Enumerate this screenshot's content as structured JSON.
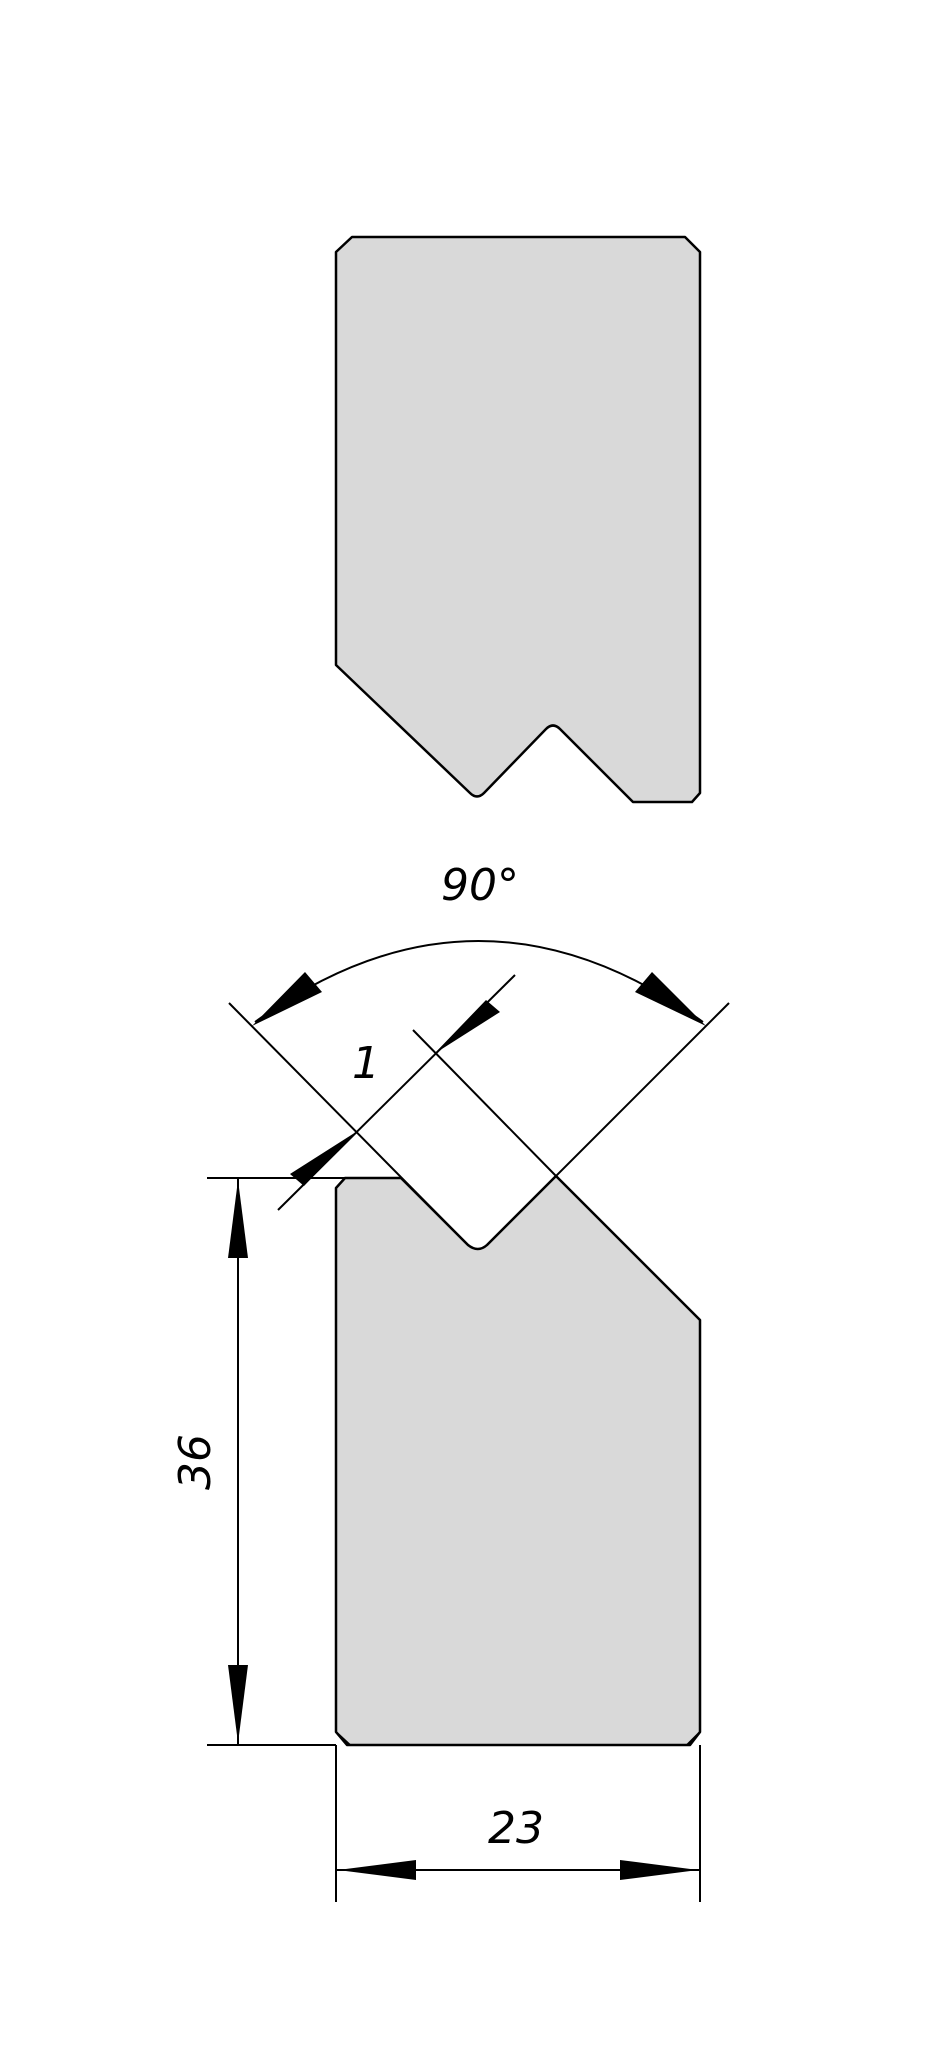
{
  "drawing": {
    "labels": {
      "angle": "90°",
      "tip_radius": "1",
      "height": "36",
      "width": "23"
    },
    "colors": {
      "part_fill": "#d9d9d9",
      "line": "#000000",
      "background": "#ffffff"
    }
  }
}
